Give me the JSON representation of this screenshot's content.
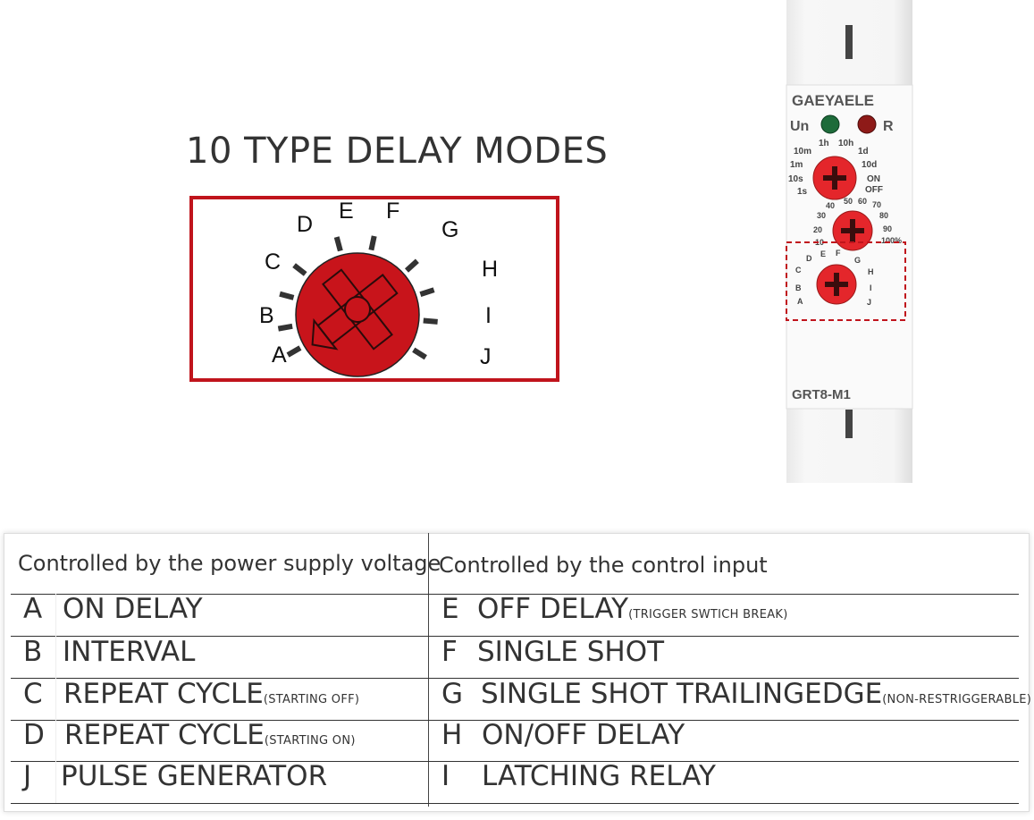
{
  "heading": "10 TYPE DELAY MODES",
  "dial": {
    "labels": [
      "A",
      "B",
      "C",
      "D",
      "E",
      "F",
      "G",
      "H",
      "I",
      "J"
    ]
  },
  "device": {
    "brand": "GAEYAELE",
    "led_un": "Un",
    "led_r": "R",
    "time_labels": [
      "1h",
      "10h",
      "10m",
      "1d",
      "1m",
      "10d",
      "10s",
      "ON",
      "1s",
      "OFF"
    ],
    "percent_labels": [
      "40",
      "50",
      "60",
      "70",
      "30",
      "80",
      "20",
      "90",
      "10",
      "100%"
    ],
    "mode_labels": [
      "D",
      "E",
      "F",
      "G",
      "C",
      "H",
      "B",
      "I",
      "A",
      "J"
    ],
    "model": "GRT8-M1",
    "colors": {
      "knob": "#e4262b",
      "led_green": "#1e6b3a",
      "led_red": "#8e1a18",
      "highlight": "#c0141c"
    }
  },
  "table": {
    "headers": [
      "Controlled by the power supply voltage",
      "Controlled by the control input"
    ],
    "rows": [
      {
        "l_letter": "A",
        "l_mode": "ON DELAY",
        "l_note": "",
        "r_letter": "E",
        "r_mode": "OFF DELAY",
        "r_note": "(TRIGGER SWTICH BREAK)"
      },
      {
        "l_letter": "B",
        "l_mode": "INTERVAL",
        "l_note": "",
        "r_letter": "F",
        "r_mode": "SINGLE SHOT",
        "r_note": ""
      },
      {
        "l_letter": "C",
        "l_mode": "REPEAT CYCLE",
        "l_note": "(STARTING OFF)",
        "r_letter": "G",
        "r_mode": "SINGLE SHOT TRAILINGEDGE",
        "r_note": "(NON-RESTRIGGERABLE)"
      },
      {
        "l_letter": "D",
        "l_mode": "REPEAT CYCLE",
        "l_note": "(STARTING ON)",
        "r_letter": "H",
        "r_mode": "ON/OFF DELAY",
        "r_note": ""
      },
      {
        "l_letter": "J",
        "l_mode": "PULSE GENERATOR",
        "l_note": "",
        "r_letter": "I",
        "r_mode": "LATCHING RELAY",
        "r_note": ""
      }
    ]
  }
}
